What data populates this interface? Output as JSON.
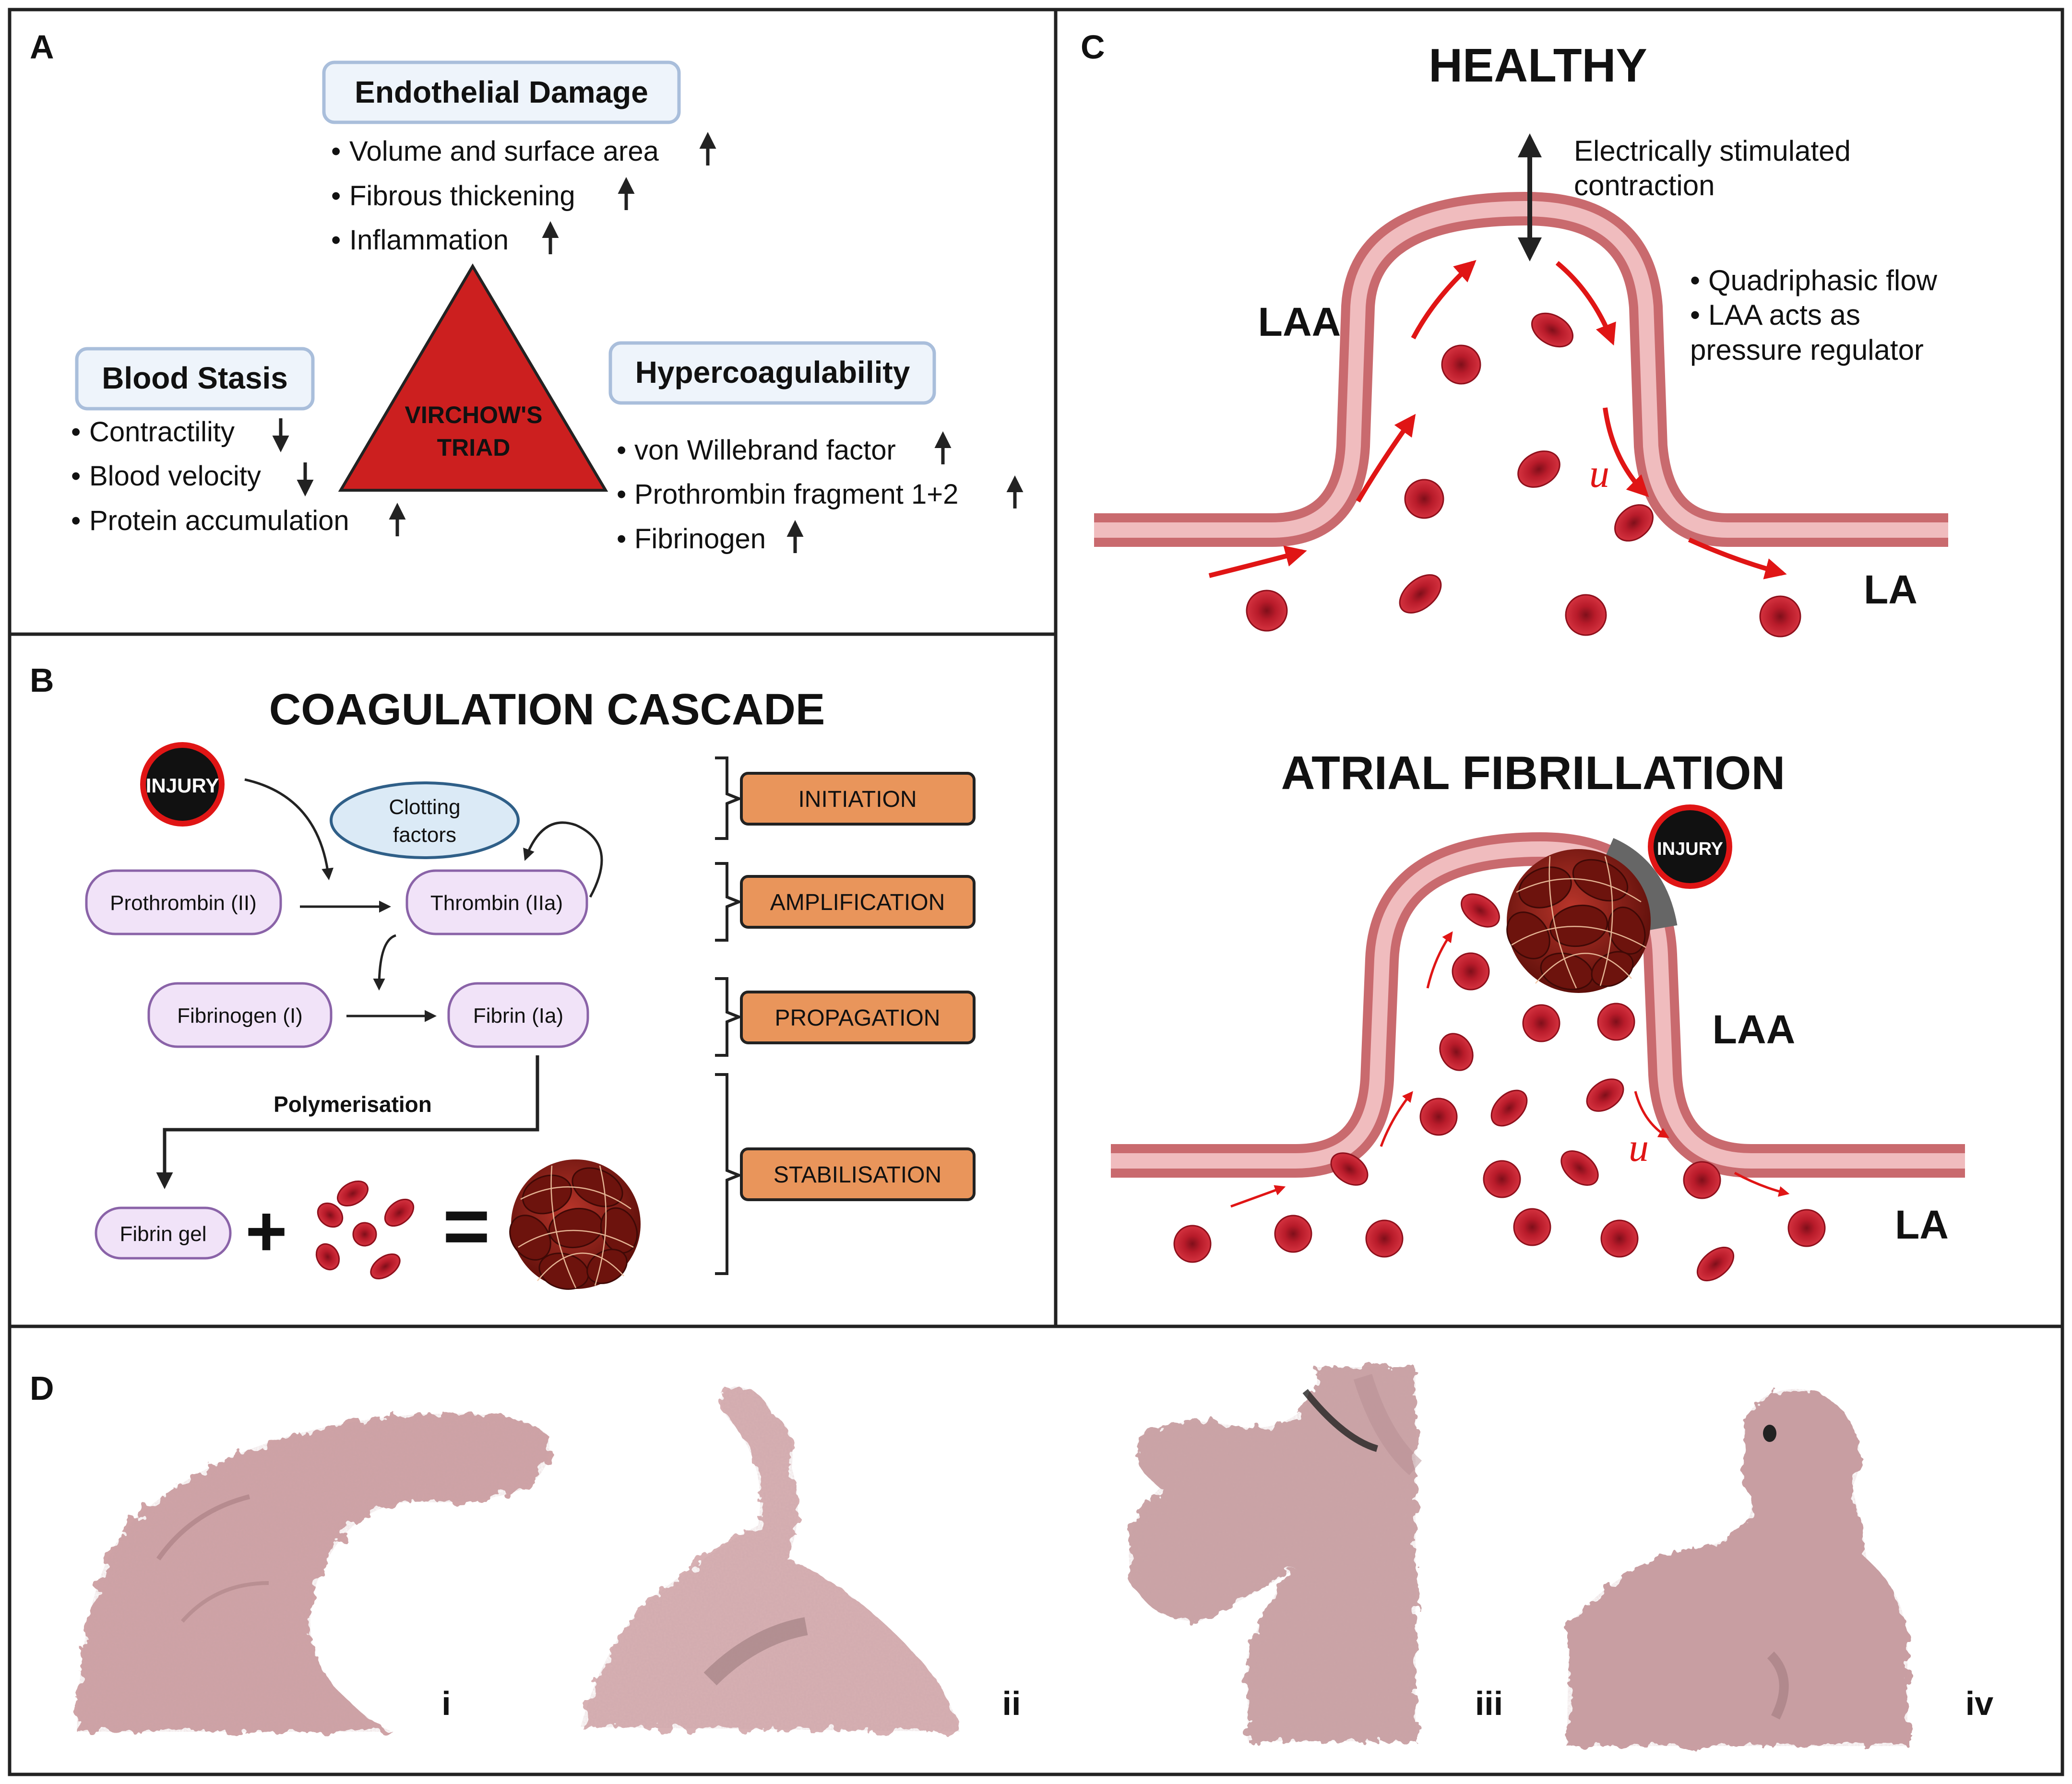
{
  "colors": {
    "triangle": "#cc1f1f",
    "box_fill": "#eef4fb",
    "box_stroke": "#a9bedb",
    "node_fill": "#f1e3f8",
    "node_stroke": "#8a63a8",
    "stage_fill": "#e9955b",
    "wall_outer": "#c96a6e",
    "wall_inner": "#f0bcbe",
    "rbc": "#c01e2d",
    "arrow_red": "#e01515",
    "injury_ring": "#e01515",
    "clot": "#8e1d12",
    "model_pink": "#cfa3a6"
  },
  "panel_a": {
    "label": "A",
    "triangle_label": [
      "VIRCHOW'S",
      "TRIAD"
    ],
    "endothelial": {
      "title": "Endothelial Damage",
      "items": [
        {
          "text": "Volume and surface area",
          "dir": "up"
        },
        {
          "text": "Fibrous thickening",
          "dir": "up"
        },
        {
          "text": "Inflammation",
          "dir": "up"
        }
      ]
    },
    "stasis": {
      "title": "Blood Stasis",
      "items": [
        {
          "text": "Contractility",
          "dir": "down"
        },
        {
          "text": "Blood velocity",
          "dir": "down"
        },
        {
          "text": "Protein accumulation",
          "dir": "up"
        }
      ]
    },
    "hyper": {
      "title": "Hypercoagulability",
      "items": [
        {
          "text": "von Willebrand factor",
          "dir": "up"
        },
        {
          "text": "Prothrombin fragment 1+2",
          "dir": "up"
        },
        {
          "text": "Fibrinogen",
          "dir": "up"
        }
      ]
    }
  },
  "panel_b": {
    "label": "B",
    "title": "COAGULATION CASCADE",
    "injury": "INJURY",
    "clotting": [
      "Clotting",
      "factors"
    ],
    "prothrombin": "Prothrombin (II)",
    "thrombin": "Thrombin (IIa)",
    "fibrinogen": "Fibrinogen (I)",
    "fibrin": "Fibrin (Ia)",
    "polymerisation": "Polymerisation",
    "fibrin_gel": "Fibrin gel",
    "plus": "+",
    "equals": "=",
    "stages": [
      "INITIATION",
      "AMPLIFICATION",
      "PROPAGATION",
      "STABILISATION"
    ]
  },
  "panel_c": {
    "label": "C",
    "healthy": {
      "title": "HEALTHY",
      "laa": "LAA",
      "la": "LA",
      "u": "u",
      "stim": [
        "Electrically stimulated",
        "contraction"
      ],
      "notes": [
        "Quadriphasic flow",
        "LAA acts as",
        "pressure regulator"
      ]
    },
    "af": {
      "title": "ATRIAL FIBRILLATION",
      "laa": "LAA",
      "la": "LA",
      "u": "u",
      "injury": "INJURY"
    }
  },
  "panel_d": {
    "label": "D",
    "items": [
      "i",
      "ii",
      "iii",
      "iv"
    ]
  }
}
